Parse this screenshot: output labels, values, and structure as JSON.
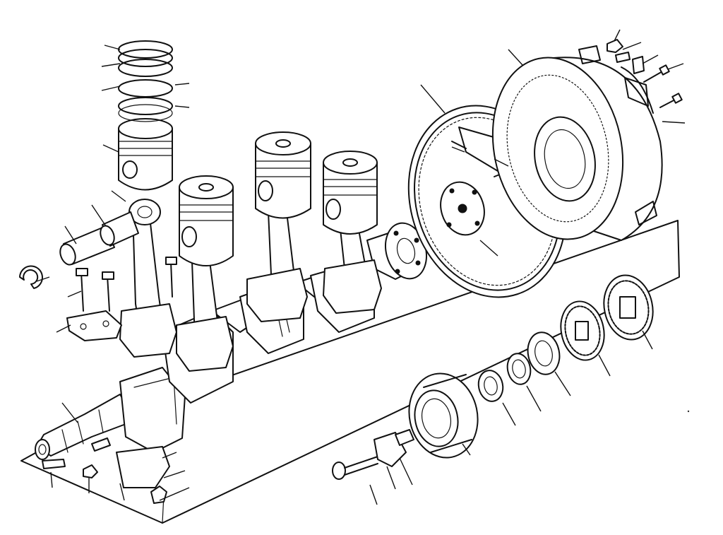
{
  "figure": {
    "kind": "exploded-parts-diagram",
    "palette": {
      "ink": "#111111",
      "paper": "#ffffff"
    },
    "parts": [
      "crankshaft",
      "piston",
      "piston-ring",
      "connecting-rod",
      "piston-pin",
      "circlip",
      "bolt",
      "nut",
      "lock-plate",
      "flywheel",
      "ring-gear",
      "clutch-housing",
      "timing-gear",
      "pulley",
      "thrust-washer",
      "lock-washer",
      "key"
    ],
    "callouts": 40
  }
}
